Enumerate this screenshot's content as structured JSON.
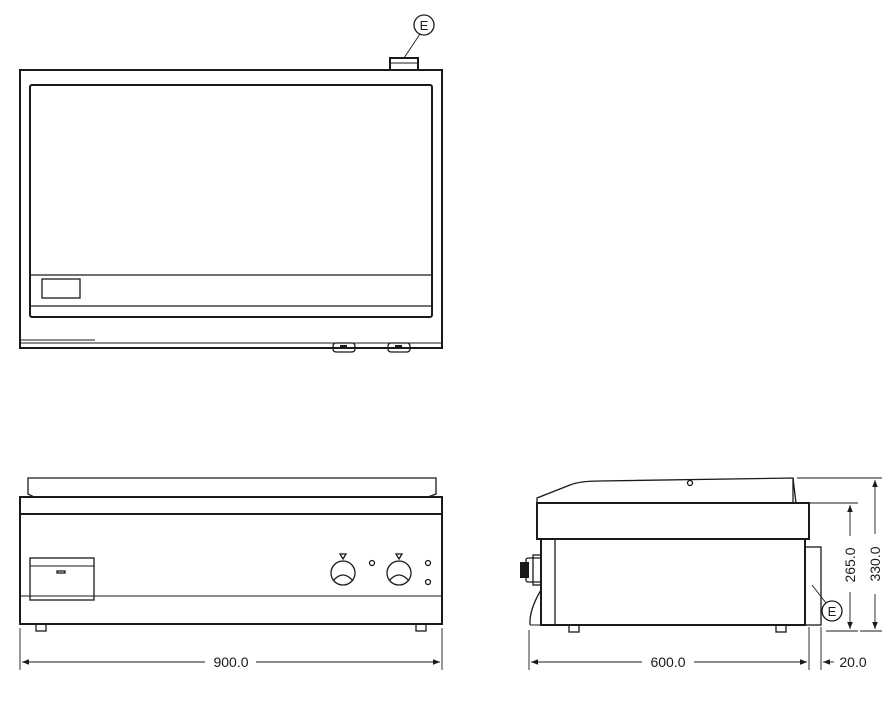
{
  "dimensions": {
    "front_width": "900.0",
    "side_depth": "600.0",
    "side_offset": "20.0",
    "height_total": "330.0",
    "height_body": "265.0"
  },
  "callouts": {
    "top_view": "E",
    "side_view": "E"
  }
}
